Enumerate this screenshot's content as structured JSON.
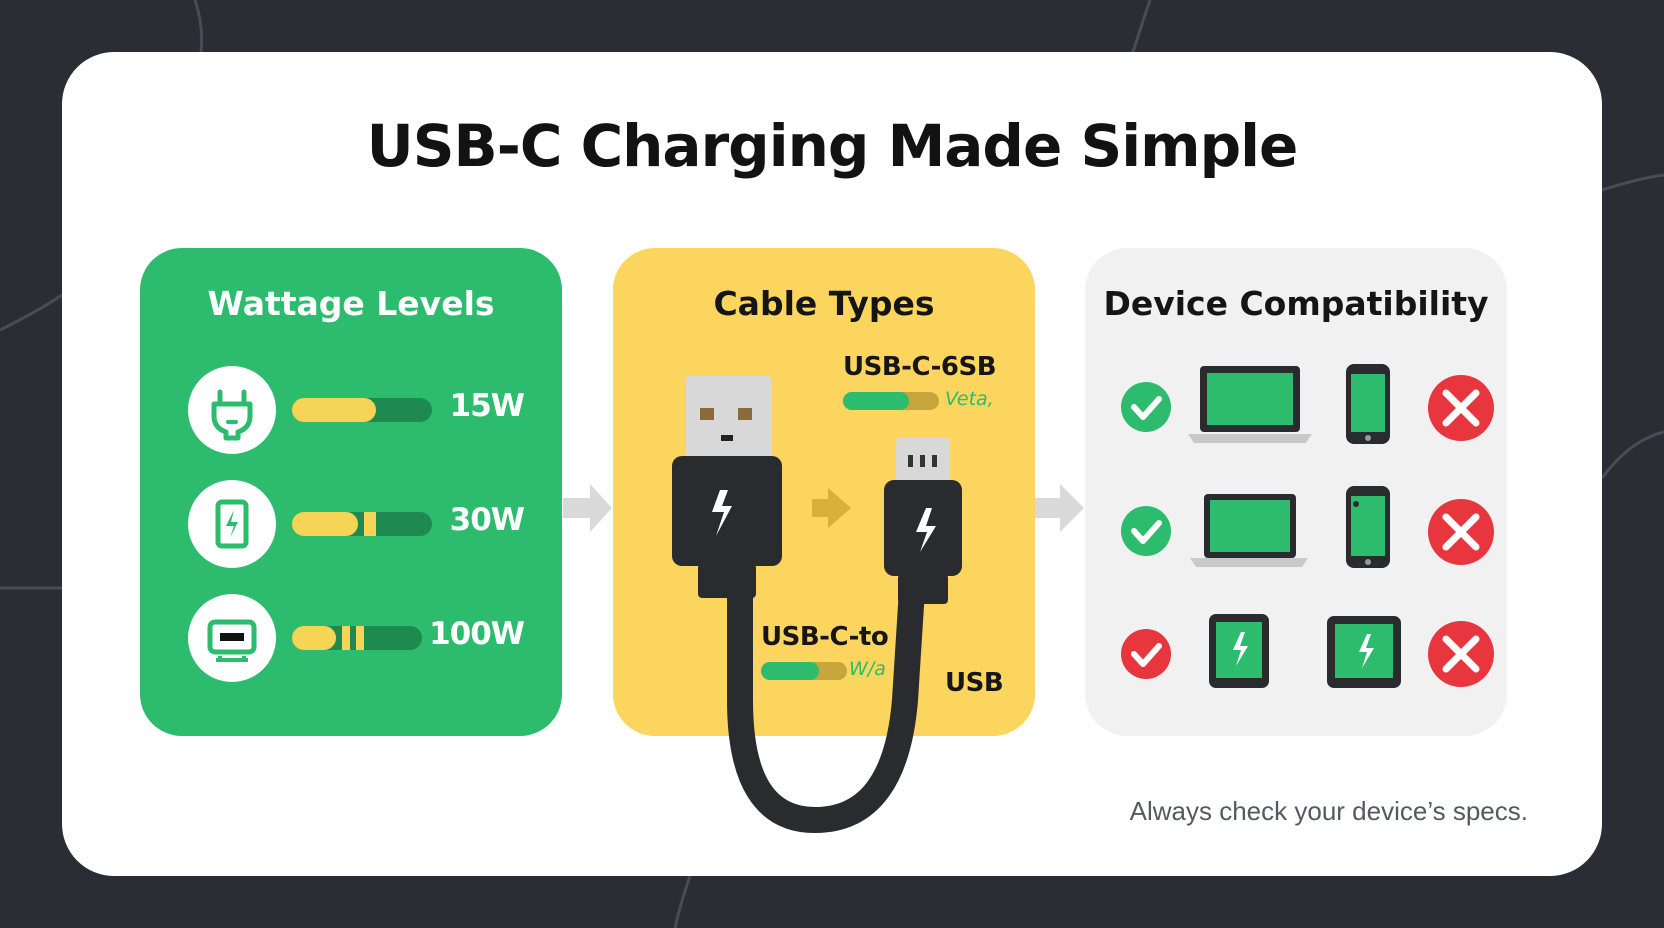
{
  "title": "USB-C Charging Made Simple",
  "colors": {
    "background": "#2b2d35",
    "card": "#ffffff",
    "green": "#2dbb6e",
    "yellow": "#fbd55d",
    "light_grey": "#f1f1f1",
    "red": "#e8363f",
    "cable": "#2a2b2f"
  },
  "panels": {
    "wattage": {
      "title": "Wattage Levels",
      "levels": [
        {
          "icon": "plug-icon",
          "label": "15W"
        },
        {
          "icon": "charging-battery-icon",
          "label": "30W"
        },
        {
          "icon": "charger-device-icon",
          "label": "100W"
        }
      ]
    },
    "cables": {
      "title": "Cable Types",
      "label_top": "USB-C-6SB",
      "note_top": "Veta,",
      "label_middle": "USB-C-to",
      "note_middle": "W/a",
      "label_bottom": "USB"
    },
    "devices": {
      "title": "Device Compatibility",
      "rows": [
        {
          "status": "check-icon",
          "device_a": "laptop-icon",
          "device_b": "phone-icon",
          "result": "x-icon"
        },
        {
          "status": "check-icon",
          "device_a": "laptop-icon",
          "device_b": "phone-icon",
          "result": "x-icon"
        },
        {
          "status": "check-icon-red",
          "device_a": "tablet-charging-icon",
          "device_b": "tablet-charging-icon",
          "result": "x-icon"
        }
      ]
    }
  },
  "footnote": "Always check your device’s specs."
}
